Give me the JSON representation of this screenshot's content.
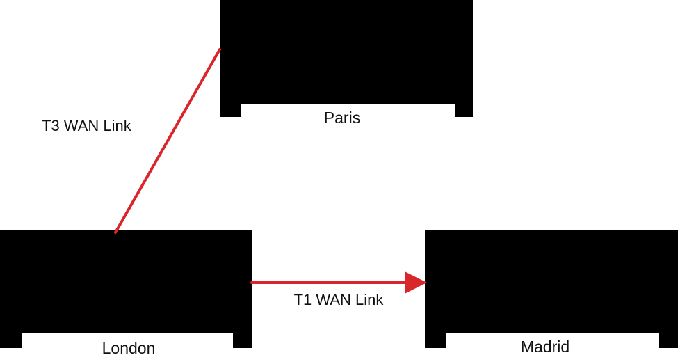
{
  "sites": [
    {
      "id": "paris",
      "label": "Paris"
    },
    {
      "id": "london",
      "label": "London"
    },
    {
      "id": "madrid",
      "label": "Madrid"
    }
  ],
  "links": [
    {
      "id": "t3",
      "label": "T3 WAN Link",
      "from": "london",
      "to": "paris",
      "arrow": false
    },
    {
      "id": "t1",
      "label": "T1 WAN Link",
      "from": "london",
      "to": "madrid",
      "arrow": true
    }
  ],
  "colors": {
    "site_block": "#000000",
    "link": "#d9262b",
    "text": "#111111",
    "background": "#ffffff"
  }
}
